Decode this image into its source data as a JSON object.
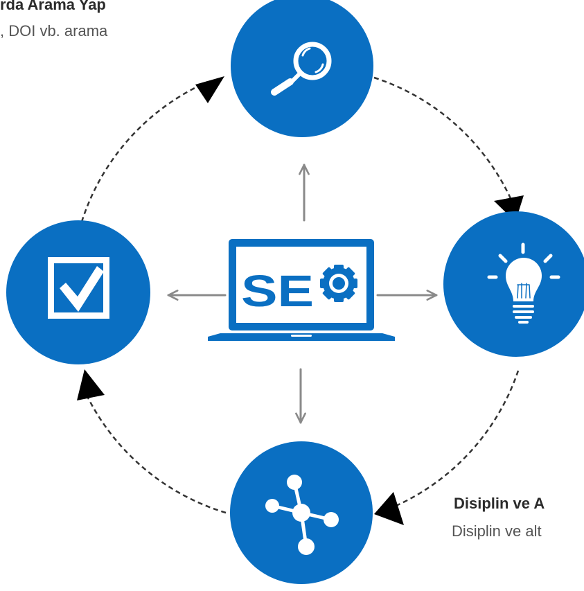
{
  "callouts": {
    "top": {
      "title": "rda Arama Yap",
      "desc": ", DOI vb. arama"
    },
    "bottom_right": {
      "title": "Disiplin ve A",
      "desc": "Disiplin ve alt"
    }
  },
  "center": {
    "logo_text": "SE"
  },
  "nodes": [
    {
      "id": "search",
      "icon": "magnifier-icon"
    },
    {
      "id": "idea",
      "icon": "lightbulb-icon"
    },
    {
      "id": "network",
      "icon": "network-icon"
    },
    {
      "id": "checklist",
      "icon": "checkbox-icon"
    }
  ],
  "colors": {
    "node_fill": "#0A6FC2",
    "arrow_gray": "#8a8a8a",
    "dashed_cycle": "#333333",
    "title_text": "#2b2b2b",
    "desc_text": "#555555"
  }
}
